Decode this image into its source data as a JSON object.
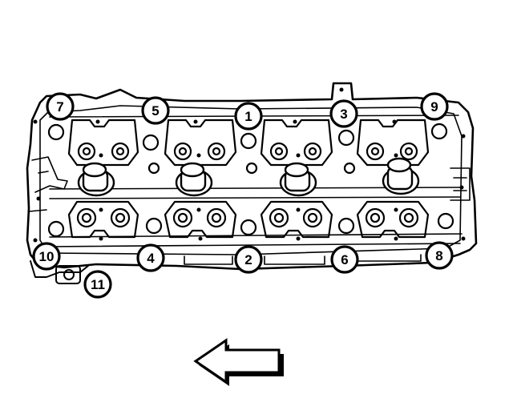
{
  "diagram": {
    "callouts": [
      {
        "id": "7",
        "label": "7"
      },
      {
        "id": "5",
        "label": "5"
      },
      {
        "id": "1",
        "label": "1"
      },
      {
        "id": "3",
        "label": "3"
      },
      {
        "id": "9",
        "label": "9"
      },
      {
        "id": "10",
        "label": "10"
      },
      {
        "id": "4",
        "label": "4"
      },
      {
        "id": "2",
        "label": "2"
      },
      {
        "id": "6",
        "label": "6"
      },
      {
        "id": "8",
        "label": "8"
      },
      {
        "id": "11",
        "label": "11"
      }
    ],
    "arrow": {
      "direction": "left"
    }
  }
}
